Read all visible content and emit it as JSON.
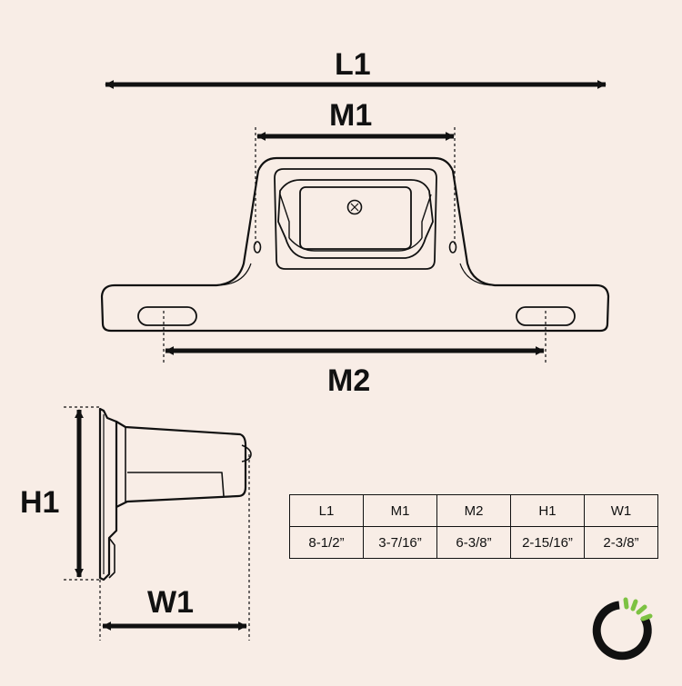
{
  "labels": {
    "l1": "L1",
    "m1": "M1",
    "m2": "M2",
    "h1": "H1",
    "w1": "W1"
  },
  "spec_table": {
    "headers": [
      "L1",
      "M1",
      "M2",
      "H1",
      "W1"
    ],
    "values": [
      "8-1/2”",
      "3-7/16”",
      "6-3/8”",
      "2-15/16”",
      "2-3/8”"
    ]
  },
  "colors": {
    "background": "#f8ede6",
    "ink": "#111111",
    "logo_green": "#7dc242",
    "logo_black": "#111111"
  },
  "icons": {
    "logo": "ring-logo-icon"
  }
}
